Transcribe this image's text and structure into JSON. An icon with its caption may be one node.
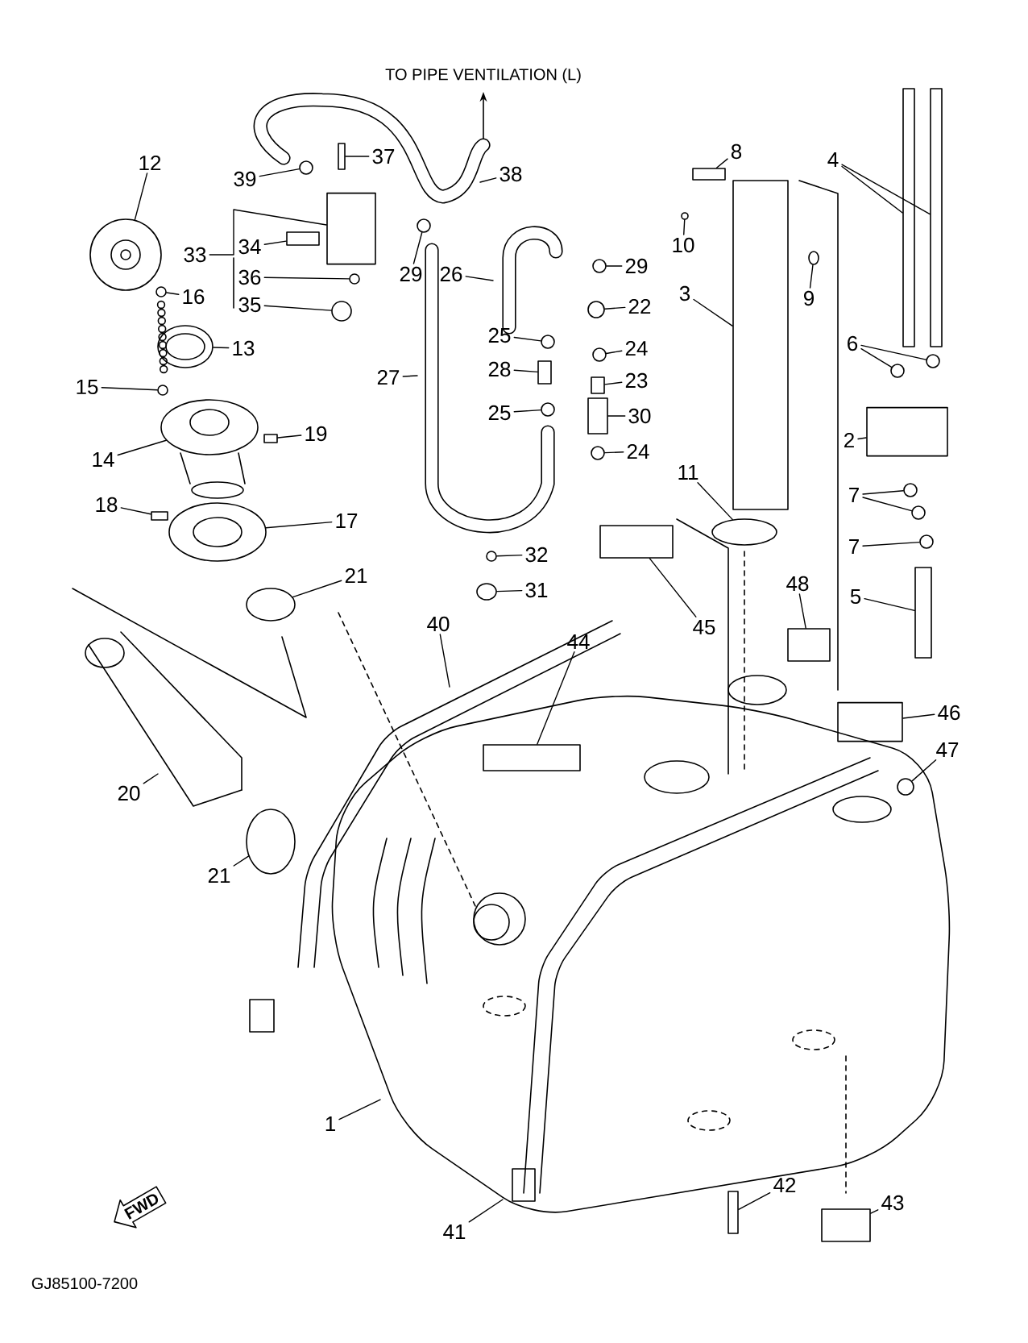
{
  "diagram": {
    "nodes": [
      {
        "text": [
          "12"
        ]
      },
      {
        "text": [
          "39"
        ]
      },
      {
        "text": [
          "37"
        ]
      },
      {
        "text": [
          "38"
        ]
      },
      {
        "text": [
          "8"
        ]
      },
      {
        "text": [
          "4"
        ]
      },
      {
        "text": [
          "33"
        ]
      },
      {
        "text": [
          "34"
        ]
      },
      {
        "text": [
          "16"
        ]
      },
      {
        "text": [
          "36"
        ]
      },
      {
        "text": [
          "35"
        ]
      },
      {
        "text": [
          "29"
        ]
      },
      {
        "text": [
          "26"
        ]
      },
      {
        "text": [
          "29"
        ]
      },
      {
        "text": [
          "10"
        ]
      },
      {
        "text": [
          "9"
        ]
      },
      {
        "text": [
          "3"
        ]
      },
      {
        "text": [
          "22"
        ]
      },
      {
        "text": [
          "13"
        ]
      },
      {
        "text": [
          "25"
        ]
      },
      {
        "text": [
          "24"
        ]
      },
      {
        "text": [
          "6"
        ]
      },
      {
        "text": [
          "28"
        ]
      },
      {
        "text": [
          "23"
        ]
      },
      {
        "text": [
          "27"
        ]
      },
      {
        "text": [
          "15"
        ]
      },
      {
        "text": [
          "25"
        ]
      },
      {
        "text": [
          "30"
        ]
      },
      {
        "text": [
          "19"
        ]
      },
      {
        "text": [
          "2"
        ]
      },
      {
        "text": [
          "24"
        ]
      },
      {
        "text": [
          "14"
        ]
      },
      {
        "text": [
          "11"
        ]
      },
      {
        "text": [
          "7"
        ]
      },
      {
        "text": [
          "18"
        ]
      },
      {
        "text": [
          "17"
        ]
      },
      {
        "text": [
          "7"
        ]
      },
      {
        "text": [
          "32"
        ]
      },
      {
        "text": [
          "21"
        ]
      },
      {
        "text": [
          "48"
        ]
      },
      {
        "text": [
          "31"
        ]
      },
      {
        "text": [
          "5"
        ]
      },
      {
        "text": [
          "40"
        ]
      },
      {
        "text": [
          "45"
        ]
      },
      {
        "text": [
          "44"
        ]
      },
      {
        "text": [
          "46"
        ]
      },
      {
        "text": [
          "47"
        ]
      },
      {
        "text": [
          "20"
        ]
      },
      {
        "text": [
          "21"
        ]
      },
      {
        "text": [
          "1"
        ]
      },
      {
        "text": [
          "42"
        ]
      },
      {
        "text": [
          "43"
        ]
      },
      {
        "text": [
          "41"
        ]
      },
      {
        "text": [
          "FWD"
        ]
      },
      {
        "text": [],
        "shape": "circle"
      },
      {
        "text": [],
        "shape": "circle"
      },
      {
        "text": [],
        "shape": "box"
      },
      {
        "text": [],
        "shape": "box"
      },
      {
        "text": [],
        "shape": "box"
      },
      {
        "text": [],
        "shape": "box"
      },
      {
        "text": [],
        "shape": "cylinder"
      },
      {
        "text": [],
        "shape": "box"
      },
      {
        "text": [],
        "shape": "circle"
      },
      {
        "text": [],
        "shape": "circle"
      },
      {
        "text": [],
        "shape": "circle"
      },
      {
        "text": [],
        "shape": "circle"
      },
      {
        "text": [],
        "shape": "circle"
      },
      {
        "text": [],
        "shape": "circle"
      },
      {
        "text": [],
        "shape": "circle"
      },
      {
        "text": [],
        "shape": "box"
      },
      {
        "text": [],
        "shape": "circle"
      },
      {
        "text": [],
        "shape": "circle"
      },
      {
        "text": [],
        "shape": "circle"
      },
      {
        "text": [],
        "shape": "circle"
      },
      {
        "text": [],
        "shape": "circle"
      },
      {
        "text": [],
        "shape": "circle"
      },
      {
        "text": [],
        "shape": "box"
      },
      {
        "text": [],
        "shape": "box"
      },
      {
        "text": [],
        "shape": "circle"
      },
      {
        "text": [],
        "shape": "circle"
      },
      {
        "text": [],
        "shape": "box"
      },
      {
        "text": [],
        "shape": "box"
      },
      {
        "text": [],
        "shape": "cylinder"
      },
      {
        "text": [],
        "shape": "circle"
      },
      {
        "text": [],
        "shape": "circle"
      },
      {
        "text": [],
        "shape": "circle"
      },
      {
        "text": [],
        "shape": "circle"
      },
      {
        "text": [],
        "shape": "circle"
      },
      {
        "text": [],
        "shape": "box"
      },
      {
        "text": [],
        "shape": "circle"
      },
      {
        "text": [],
        "shape": "circle"
      },
      {
        "text": [],
        "shape": "circle"
      },
      {
        "text": [],
        "shape": "circle"
      },
      {
        "text": [],
        "shape": "box"
      },
      {
        "text": [],
        "shape": "circle"
      },
      {
        "text": [],
        "shape": "box"
      },
      {
        "text": [],
        "shape": "box"
      },
      {
        "text": [],
        "shape": "box"
      },
      {
        "text": [],
        "shape": "cylinder"
      },
      {
        "text": [],
        "shape": "circle"
      },
      {
        "text": [],
        "shape": "circle"
      },
      {
        "text": [],
        "shape": "box"
      },
      {
        "text": [],
        "shape": "box"
      }
    ],
    "edges": [
      {
        "from": 0,
        "to": 54,
        "arrow": "none"
      },
      {
        "from": 1,
        "to": 55,
        "arrow": "none"
      },
      {
        "from": 2,
        "to": 56,
        "arrow": "none"
      },
      {
        "from": 3,
        "to": null,
        "arrow": "none"
      },
      {
        "from": 4,
        "to": 57,
        "arrow": "none"
      },
      {
        "from": 5,
        "to": 58,
        "arrow": "none"
      },
      {
        "from": 5,
        "to": 59,
        "arrow": "none"
      },
      {
        "from": 6,
        "to": 60,
        "arrow": "none"
      },
      {
        "from": 7,
        "to": 61,
        "arrow": "none"
      },
      {
        "from": 8,
        "to": 62,
        "arrow": "none"
      },
      {
        "from": 9,
        "to": 63,
        "arrow": "none"
      },
      {
        "from": 10,
        "to": 64,
        "arrow": "none"
      },
      {
        "from": 11,
        "to": 65,
        "arrow": "none"
      },
      {
        "from": 12,
        "to": null,
        "arrow": "none"
      },
      {
        "from": 13,
        "to": 66,
        "arrow": "none"
      },
      {
        "from": 14,
        "to": 67,
        "arrow": "none"
      },
      {
        "from": 15,
        "to": 68,
        "arrow": "none"
      },
      {
        "from": 16,
        "to": 69,
        "arrow": "none"
      },
      {
        "from": 17,
        "to": 70,
        "arrow": "none"
      },
      {
        "from": 18,
        "to": 71,
        "arrow": "none"
      },
      {
        "from": 19,
        "to": 72,
        "arrow": "none"
      },
      {
        "from": 20,
        "to": 73,
        "arrow": "none"
      },
      {
        "from": 21,
        "to": 74,
        "arrow": "none"
      },
      {
        "from": 21,
        "to": 75,
        "arrow": "none"
      },
      {
        "from": 22,
        "to": 76,
        "arrow": "none"
      },
      {
        "from": 23,
        "to": 77,
        "arrow": "none"
      },
      {
        "from": 24,
        "to": null,
        "arrow": "none"
      },
      {
        "from": 25,
        "to": 78,
        "arrow": "none"
      },
      {
        "from": 26,
        "to": 79,
        "arrow": "none"
      },
      {
        "from": 27,
        "to": 80,
        "arrow": "none"
      },
      {
        "from": 28,
        "to": 81,
        "arrow": "none"
      },
      {
        "from": 29,
        "to": 82,
        "arrow": "none"
      },
      {
        "from": 30,
        "to": 83,
        "arrow": "none"
      },
      {
        "from": 31,
        "to": 84,
        "arrow": "none"
      },
      {
        "from": 32,
        "to": 85,
        "arrow": "none"
      },
      {
        "from": 33,
        "to": 86,
        "arrow": "none"
      },
      {
        "from": 33,
        "to": 87,
        "arrow": "none"
      },
      {
        "from": 34,
        "to": 88,
        "arrow": "none"
      },
      {
        "from": 35,
        "to": 89,
        "arrow": "none"
      },
      {
        "from": 36,
        "to": 90,
        "arrow": "none"
      },
      {
        "from": 37,
        "to": 91,
        "arrow": "none"
      },
      {
        "from": 38,
        "to": 92,
        "arrow": "none"
      },
      {
        "from": 39,
        "to": 93,
        "arrow": "none"
      },
      {
        "from": 40,
        "to": 94,
        "arrow": "none"
      },
      {
        "from": 41,
        "to": 95,
        "arrow": "none"
      },
      {
        "from": 42,
        "to": null,
        "arrow": "none"
      },
      {
        "from": 43,
        "to": 96,
        "arrow": "none"
      },
      {
        "from": 44,
        "to": 97,
        "arrow": "none"
      },
      {
        "from": 45,
        "to": 98,
        "arrow": "none"
      },
      {
        "from": 46,
        "to": 99,
        "arrow": "none"
      },
      {
        "from": 47,
        "to": null,
        "arrow": "none"
      },
      {
        "from": 48,
        "to": 100,
        "arrow": "none"
      },
      {
        "from": 49,
        "to": null,
        "arrow": "none"
      },
      {
        "from": 50,
        "to": 101,
        "arrow": "none"
      },
      {
        "from": 51,
        "to": 102,
        "arrow": "none"
      },
      {
        "from": 52,
        "to": null,
        "arrow": "none"
      }
    ],
    "labels": [
      "TO PIPE VENTILATION (L)",
      "GJ85100-7200"
    ]
  }
}
